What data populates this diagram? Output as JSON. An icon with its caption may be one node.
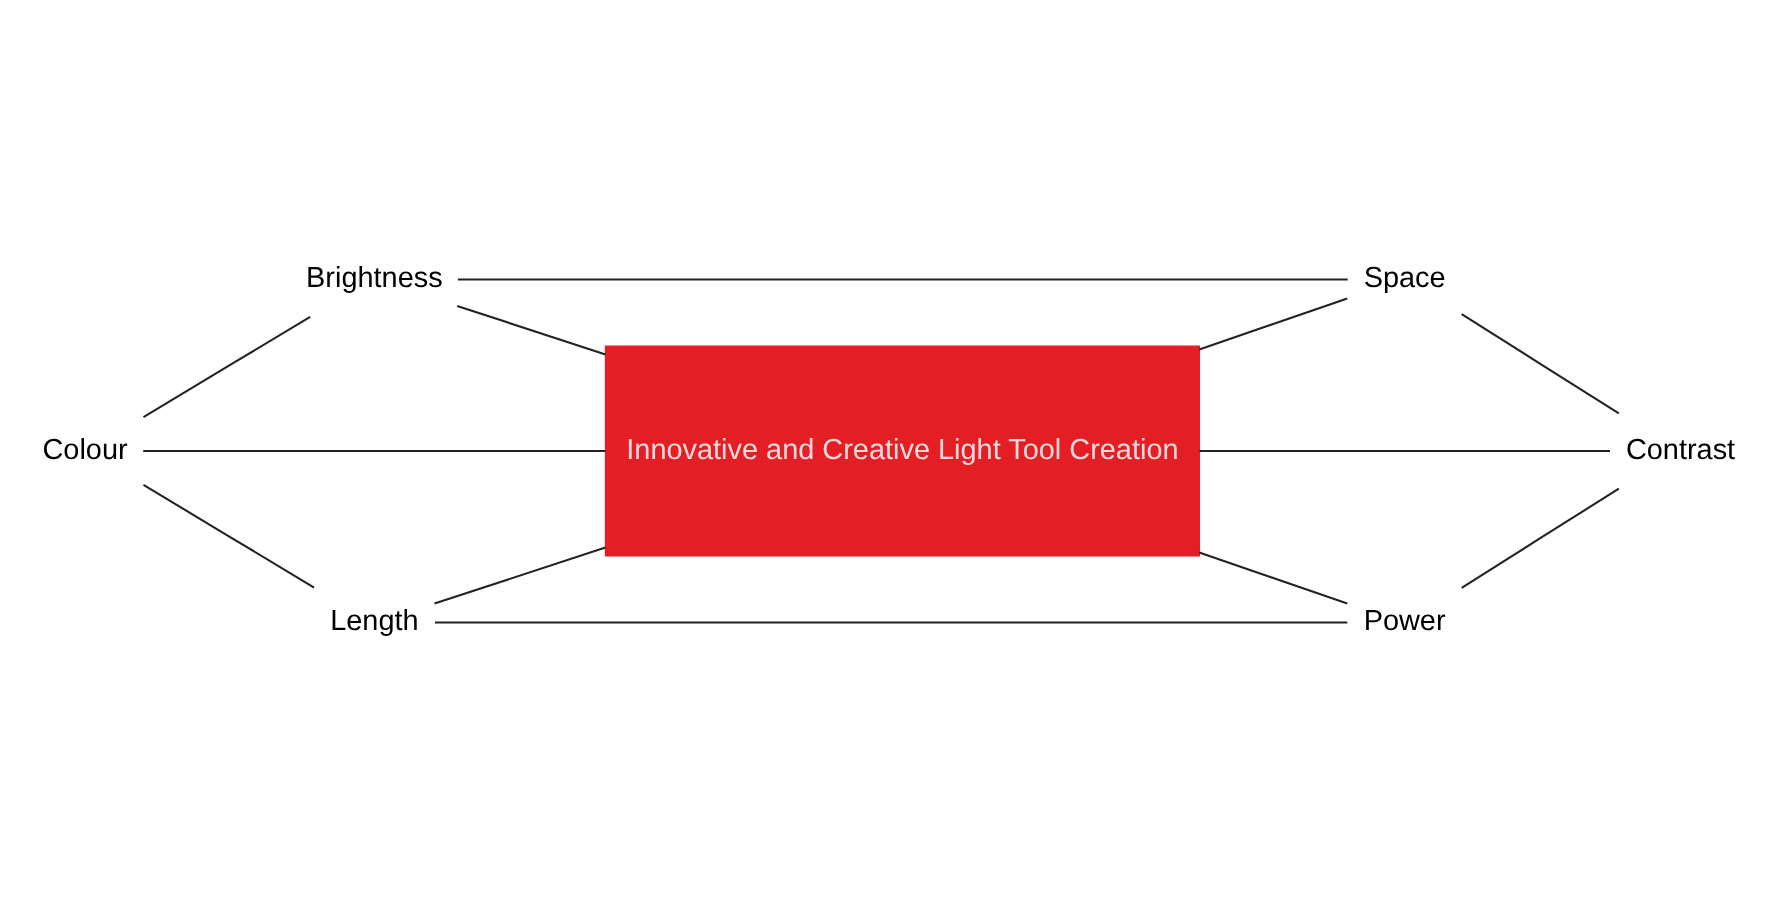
{
  "diagram": {
    "nodes": [
      {
        "text": [
          "Brightness"
        ]
      },
      {
        "text": [
          "Space"
        ]
      },
      {
        "text": [
          "Colour"
        ]
      },
      {
        "text": [
          "Innovative and Creative Light Tool Creation"
        ]
      },
      {
        "text": [
          "Contrast"
        ]
      },
      {
        "text": [
          "Length"
        ]
      },
      {
        "text": [
          "Power"
        ]
      }
    ],
    "edges": [
      {
        "from": 2,
        "to": 0,
        "arrow": "none"
      },
      {
        "from": 2,
        "to": 5,
        "arrow": "none"
      },
      {
        "from": 2,
        "to": 3,
        "arrow": "none"
      },
      {
        "from": 0,
        "to": 3,
        "arrow": "none"
      },
      {
        "from": 5,
        "to": 3,
        "arrow": "none"
      },
      {
        "from": 0,
        "to": 1,
        "arrow": "none"
      },
      {
        "from": 5,
        "to": 6,
        "arrow": "none"
      },
      {
        "from": 3,
        "to": 1,
        "arrow": "none"
      },
      {
        "from": 3,
        "to": 6,
        "arrow": "none"
      },
      {
        "from": 3,
        "to": 4,
        "arrow": "none"
      },
      {
        "from": 1,
        "to": 4,
        "arrow": "none"
      },
      {
        "from": 6,
        "to": 4,
        "arrow": "none"
      }
    ]
  }
}
